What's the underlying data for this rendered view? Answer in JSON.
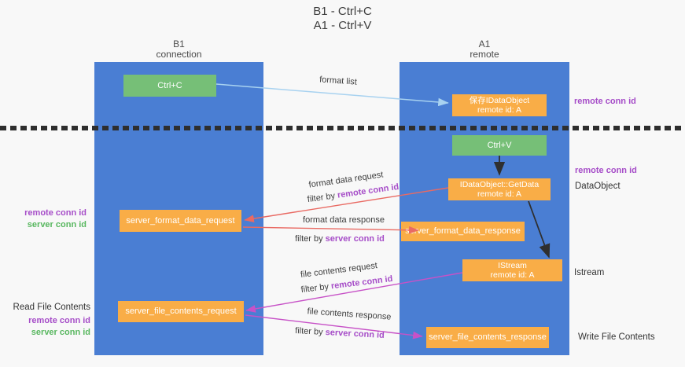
{
  "title": {
    "line1": "B1 - Ctrl+C",
    "line2": "A1 - Ctrl+V"
  },
  "lanes": {
    "left": {
      "header1": "B1",
      "header2": "connection"
    },
    "right": {
      "header1": "A1",
      "header2": "remote"
    }
  },
  "nodes": {
    "ctrl_c": {
      "label": "Ctrl+C"
    },
    "ctrl_v": {
      "label": "Ctrl+V"
    },
    "save_dataobject": {
      "line1": "保存IDataObject",
      "line2": "remote id: A"
    },
    "getdata": {
      "line1": "IDataObject::GetData",
      "line2": "remote id: A"
    },
    "istream": {
      "line1": "IStream",
      "line2": "remote id: A"
    },
    "format_request": {
      "label": "server_format_data_request"
    },
    "format_response": {
      "label": "server_format_data_response"
    },
    "file_request": {
      "label": "server_file_contents_request"
    },
    "file_response": {
      "label": "server_file_contents_response"
    }
  },
  "flow_labels": {
    "format_list": "format list",
    "format_data_request": "format data request",
    "format_data_response": "format data response",
    "file_contents_request": "file contents request",
    "file_contents_response": "file contents response",
    "filter_by": "filter by",
    "remote_conn_id": "remote conn id",
    "server_conn_id": "server conn id"
  },
  "annotations": {
    "remote_conn_id_top": "remote conn id",
    "remote_conn_id_mid": "remote conn id",
    "dataobject": "DataObject",
    "istream": "Istream",
    "write_file_contents": "Write File Contents",
    "read_file_contents": "Read File Contents",
    "left_remote_conn_id_1": "remote conn id",
    "left_server_conn_id_1": "server conn id",
    "left_remote_conn_id_2": "remote conn id",
    "left_server_conn_id_2": "server conn id"
  },
  "colors": {
    "lane_blue": "#4a7ed3",
    "green_box": "#76bf77",
    "orange_box": "#f9ad47",
    "purple_text": "#a64dc8",
    "green_text": "#58b75f",
    "red_arrow": "#e96a63",
    "magenta_arrow": "#c752c7",
    "light_blue_arrow": "#a8d2f0",
    "black_arrow": "#2f2f2f",
    "background": "#f8f8f8"
  }
}
